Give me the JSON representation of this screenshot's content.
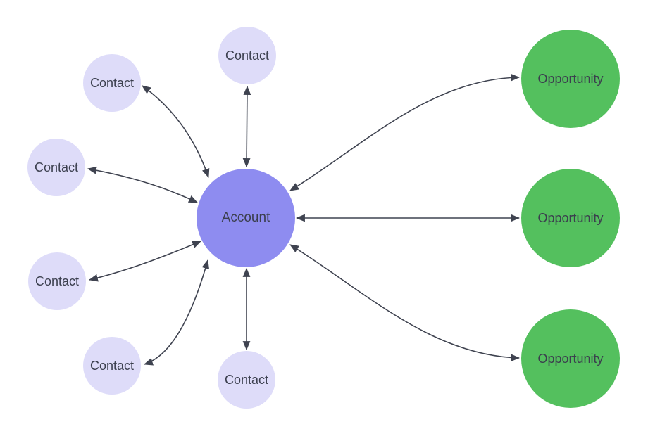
{
  "diagram": {
    "nodes": {
      "account": {
        "label": "Account"
      },
      "contact": {
        "label": "Contact"
      },
      "opportunity": {
        "label": "Opportunity"
      }
    },
    "counts": {
      "contacts": 6,
      "opportunities": 3
    },
    "edges": [
      {
        "from": "contact-top",
        "to": "account",
        "bidirectional": true
      },
      {
        "from": "contact-upper-left",
        "to": "account",
        "bidirectional": true
      },
      {
        "from": "contact-left",
        "to": "account",
        "bidirectional": true
      },
      {
        "from": "contact-lower-left",
        "to": "account",
        "bidirectional": true
      },
      {
        "from": "contact-bottom-left",
        "to": "account",
        "bidirectional": true
      },
      {
        "from": "contact-bottom",
        "to": "account",
        "bidirectional": true
      },
      {
        "from": "account",
        "to": "opportunity-top",
        "bidirectional": true
      },
      {
        "from": "account",
        "to": "opportunity-middle",
        "bidirectional": true
      },
      {
        "from": "account",
        "to": "opportunity-bottom",
        "bidirectional": true
      }
    ],
    "colors": {
      "account_fill": "#8e8cf0",
      "contact_fill": "#dedcf9",
      "opportunity_fill": "#54c05e",
      "edge": "#3f4350",
      "node_text": "#3b3f4e",
      "background": "#ffffff"
    }
  }
}
